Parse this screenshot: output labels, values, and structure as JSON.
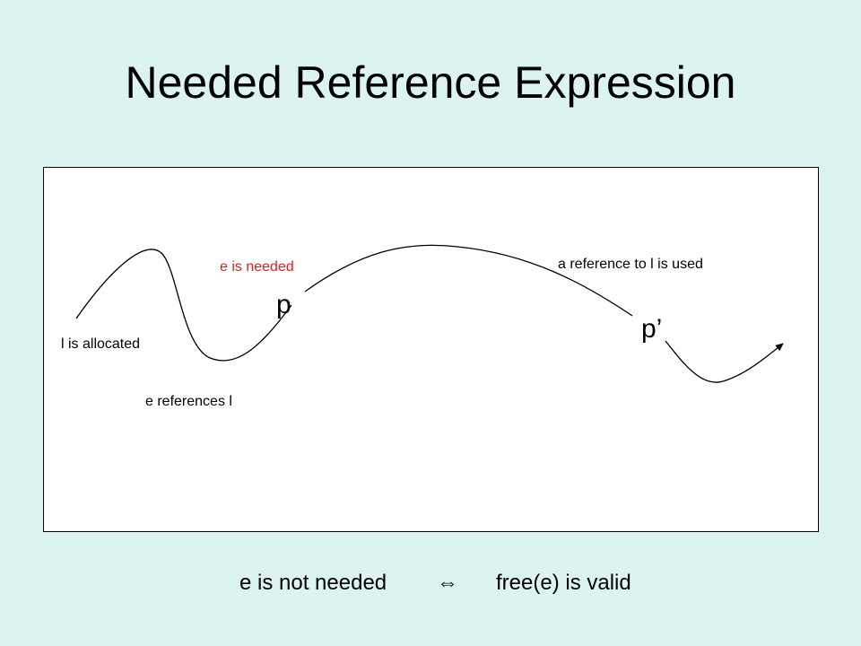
{
  "slide": {
    "title": "Needed Reference Expression"
  },
  "diagram": {
    "labels": {
      "allocated": "l is allocated",
      "references": "e references l",
      "needed": "e is needed",
      "point_p": "p",
      "point_p_prime": "p’",
      "used": "a reference to l is used"
    },
    "colors": {
      "highlight": "#e31b1b",
      "background": "#dcf4f1",
      "box": "#ffffff"
    }
  },
  "equation": {
    "left": "e is not needed",
    "symbol": "⇔",
    "right": "free(e) is valid"
  }
}
